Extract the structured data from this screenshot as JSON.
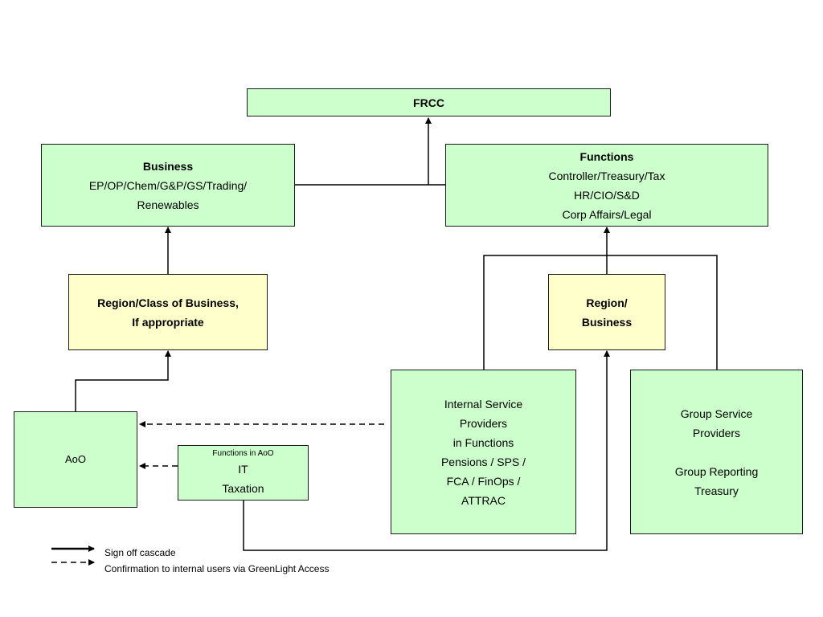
{
  "nodes": {
    "frcc": {
      "title": "FRCC"
    },
    "business": {
      "title": "Business",
      "lines": [
        "EP/OP/Chem/G&P/GS/Trading/",
        "Renewables"
      ]
    },
    "functions": {
      "title": "Functions",
      "lines": [
        "Controller/Treasury/Tax",
        "HR/CIO/S&D",
        "Corp Affairs/Legal"
      ]
    },
    "region_class": {
      "lines": [
        "Region/Class of Business,",
        "If appropriate"
      ]
    },
    "region_business": {
      "lines": [
        "Region/",
        "Business"
      ]
    },
    "aoo": {
      "label": "AoO"
    },
    "functions_aoo": {
      "title": "Functions in AoO",
      "lines": [
        "IT",
        "Taxation"
      ]
    },
    "internal_sp": {
      "lines": [
        "Internal Service",
        "Providers",
        "in Functions",
        "Pensions / SPS /",
        "FCA / FinOps /",
        "ATTRAC"
      ]
    },
    "group_sp": {
      "lines": [
        "Group Service",
        "Providers",
        "",
        "Group Reporting",
        "Treasury"
      ]
    }
  },
  "legend": {
    "solid": "Sign off cascade",
    "dashed": "Confirmation to internal users via GreenLight Access"
  }
}
